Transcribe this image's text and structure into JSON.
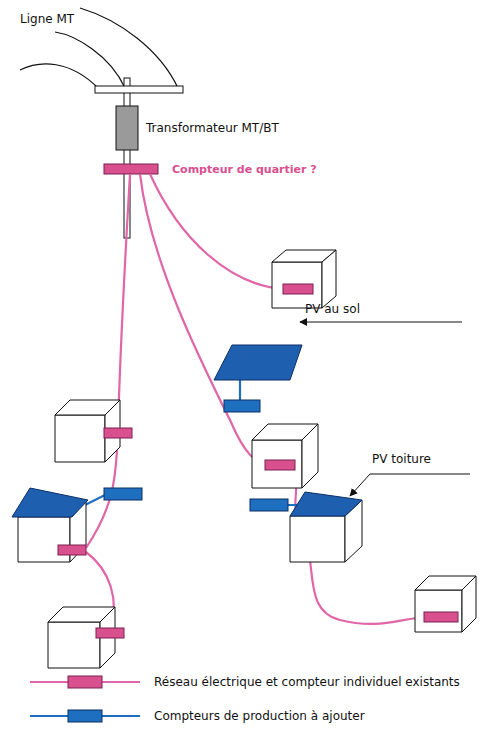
{
  "diagram": {
    "labels": [
      "Ligne MT",
      "Transformateur MT/BT",
      "Compteur de quartier ?",
      "PV au sol",
      "PV toiture"
    ],
    "legend": [
      {
        "text": "Réseau électrique et compteur individuel existants"
      },
      {
        "text": "Compteurs de production à ajouter"
      }
    ]
  }
}
